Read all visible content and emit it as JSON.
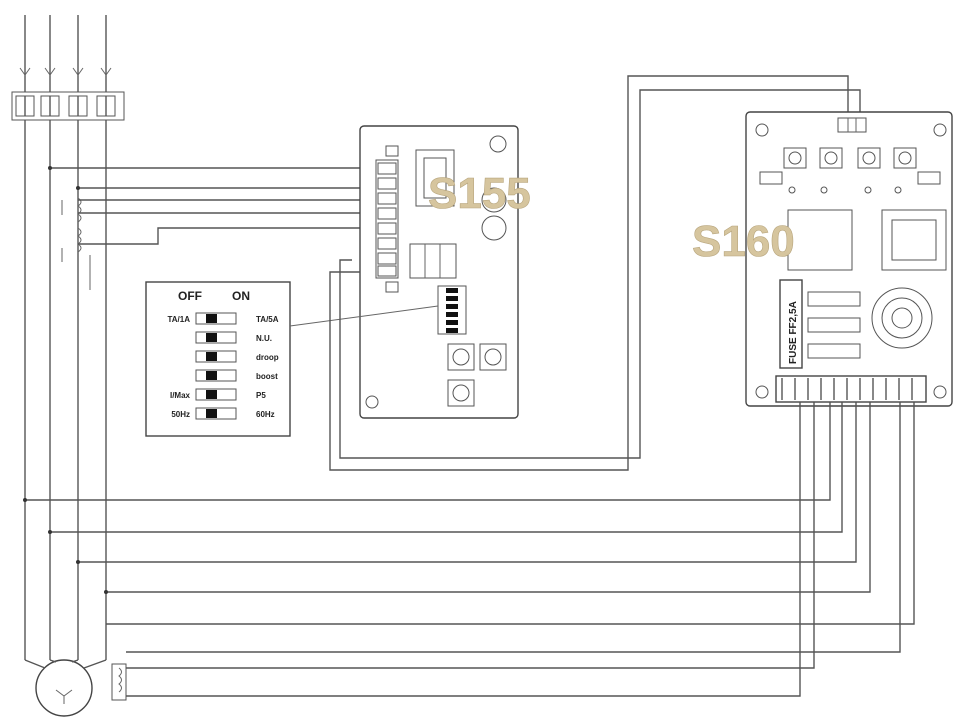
{
  "regulators": {
    "s155": {
      "name": "S155"
    },
    "s160": {
      "name": "S160",
      "fuse": "FUSE FF2,5A"
    }
  },
  "dip_panel": {
    "off_label": "OFF",
    "on_label": "ON",
    "switches": [
      {
        "off_function": "TA/1A",
        "on_function": "TA/5A"
      },
      {
        "off_function": "",
        "on_function": "N.U."
      },
      {
        "off_function": "",
        "on_function": "droop"
      },
      {
        "off_function": "",
        "on_function": "boost"
      },
      {
        "off_function": "I/Max",
        "on_function": "P5"
      },
      {
        "off_function": "50Hz",
        "on_function": "60Hz"
      }
    ]
  },
  "colors": {
    "wire": "#555555",
    "model_label": "#d6c59e"
  }
}
